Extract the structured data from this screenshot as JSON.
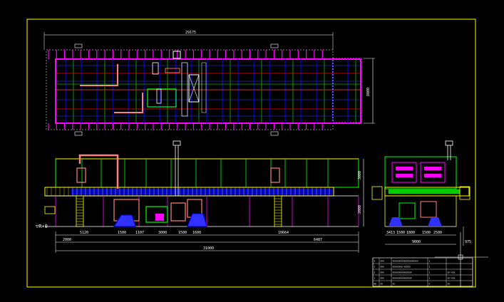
{
  "plan_view": {
    "overall_length_label": "29175",
    "width_label": "8000"
  },
  "elevation_view": {
    "level_label": "▽R+0",
    "height_upper_label": "3000",
    "height_lower_label": "2000",
    "segment_labels": [
      "5120",
      "1500",
      "1107",
      "3000",
      "1500",
      "1600",
      "10664"
    ],
    "lower_left_label": "2000",
    "lower_right_label": "6487",
    "overall_length_label": "31000"
  },
  "side_view": {
    "dims_top": [
      "3413",
      "1500",
      "1800",
      "1500",
      "2500"
    ],
    "overall_label": "9000",
    "right_label": "975"
  },
  "title_block": {
    "rows": [
      [
        "4",
        "XXX",
        "XXXXXXXXXXXXXXXXXXXX",
        "1",
        ""
      ],
      [
        "3",
        "XXX",
        "XXXXXXXX-XXXXX",
        "1",
        ""
      ],
      [
        "2",
        "XXX",
        "XXXXXXXXXXXXXXX",
        "1",
        "XX-XXX"
      ],
      [
        "1",
        "XXX",
        "XXXXXXXXXXXXXXX",
        "1",
        "XX-XXX"
      ],
      [
        "NO",
        "XX",
        "XX",
        "X",
        "XX"
      ]
    ]
  },
  "colors": {
    "background": "#000000",
    "frame": "#ffff00",
    "outline": "#ff00ff",
    "grid_blue": "#0000ff",
    "grid_green": "#00ff00",
    "dimension": "#ffffff",
    "duct": "#ff6060",
    "cyan": "#00ffff"
  }
}
